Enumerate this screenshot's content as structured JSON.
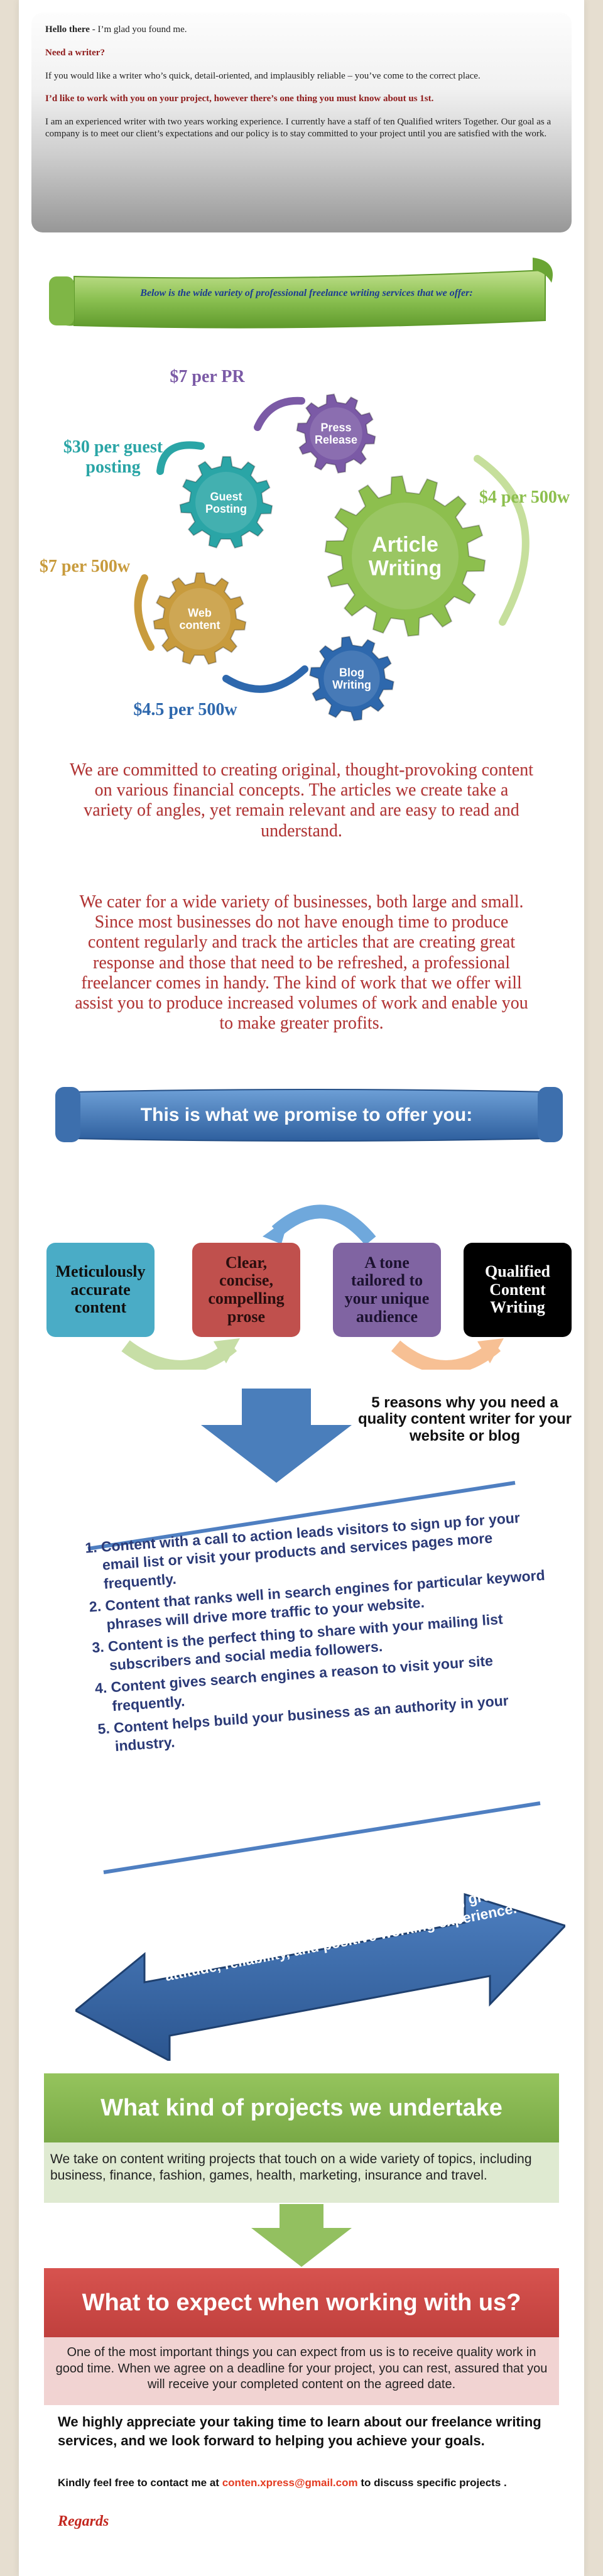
{
  "intro": {
    "greeting_bold": "Hello there",
    "greeting_rest": " - I’m glad you found me.",
    "need_writer": "Need a writer?",
    "paragraph1": "If you would like a writer who’s quick, detail-oriented, and implausibly reliable – you’ve come to the correct place.",
    "highlight": "I’d like to work with you on your project, however there’s one thing you must know about us 1st.",
    "paragraph2": "I am an experienced writer with two years working experience. I currently have a staff of ten Qualified writers Together.  Our goal as a company is to meet our client’s expectations and our policy is to stay committed to your project until you are satisfied with the work."
  },
  "services_banner": {
    "text": "Below is the wide variety of professional freelance writing services that we offer:"
  },
  "gears": [
    {
      "name": "Press Release",
      "price": "$7 per PR",
      "color": "#7b5aa6"
    },
    {
      "name": "Guest Posting",
      "price": "$30 per guest posting",
      "color": "#2aa5a6"
    },
    {
      "name": "Article Writing",
      "price": "$4 per 500w",
      "color": "#8dbf4e"
    },
    {
      "name": "Web content",
      "price": "$7 per 500w",
      "color": "#c89b3d"
    },
    {
      "name": "Blog Writing",
      "price": "$4.5 per 500w",
      "color": "#2e68ad"
    }
  ],
  "commitment": {
    "paragraph1": "We are committed to creating original, thought-provoking content on various financial concepts. The articles we create take a variety of angles, yet remain relevant and are easy to read and understand.",
    "paragraph2": "We cater for a wide variety of businesses, both large and small.  Since most businesses do not have enough time to produce content regularly and track the articles that are creating great response and those that need to be refreshed, a professional freelancer comes in handy.  The kind of work that we offer will assist you to produce increased volumes of work and enable you to make greater profits."
  },
  "promise_banner": {
    "text": "This is what we promise to offer you:"
  },
  "promise_boxes": [
    {
      "label": "Meticulously accurate content",
      "bg": "#4aacc6",
      "fg": "#0f0f0f"
    },
    {
      "label": "Clear, concise, compelling prose",
      "bg": "#c0504d",
      "fg": "#2a0e0e"
    },
    {
      "label": "A tone tailored to your unique audience",
      "bg": "#8064a2",
      "fg": "#1c1230"
    },
    {
      "label": "Qualified Content Writing",
      "bg": "#000000",
      "fg": "#ffffff"
    }
  ],
  "reasons": {
    "heading": "5 reasons why you need a quality content writer for your website or blog",
    "items": [
      "Content with a call to action leads visitors to sign up for your email list or visit your products and services pages more frequently.",
      "Content that ranks well in search engines for particular keyword phrases will drive more traffic to your website.",
      "Content is the perfect thing to share with your mailing list subscribers and social media followers.",
      "Content gives search engines a reason to visit your site frequently.",
      "Content helps build your business as an authority in your industry."
    ]
  },
  "fees": {
    "text": "All fees quoted include unlimited revisions, great attitude, reliability, and positive working experience."
  },
  "projects": {
    "heading": "What kind of projects we undertake",
    "body": "We take on content writing projects that touch on a wide variety of topics, including business, finance, fashion, games, health, marketing, insurance and travel."
  },
  "expect": {
    "heading": "What to expect when working with us?",
    "body": "One of the most important things you can expect from us is to receive quality work in good time. When we agree on a deadline for your project, you can rest, assured that you will receive your completed content on the agreed date."
  },
  "closing": {
    "thanks": "We highly appreciate your taking time to learn about our freelance writing services, and we look forward to helping you achieve your goals.",
    "contact_prefix": "Kindly feel free to contact me at ",
    "email": "conten.xpress@gmail.com",
    "contact_suffix": " to discuss specific projects .",
    "regards": "Regards"
  }
}
